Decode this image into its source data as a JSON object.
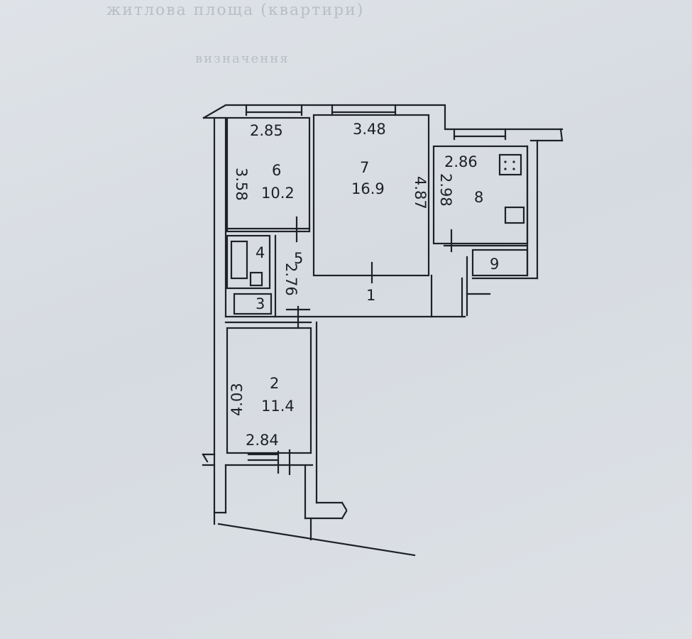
{
  "plan": {
    "header_faint_1": "житлова площа (квартири)",
    "header_faint_2": "визначення",
    "rooms": {
      "r6": {
        "number": "6",
        "area": "10.2",
        "width": "2.85",
        "depth": "3.58"
      },
      "r7": {
        "number": "7",
        "area": "16.9",
        "width": "3.48",
        "depth": "4.87"
      },
      "r8": {
        "number": "8",
        "width": "2.86",
        "depth": "2.98"
      },
      "r9": {
        "number": "9"
      },
      "r4": {
        "number": "4"
      },
      "r5": {
        "number": "5"
      },
      "r3": {
        "number": "3"
      },
      "r1": {
        "number": "1",
        "depth": "2.76"
      },
      "r2": {
        "number": "2",
        "area": "11.4",
        "width": "2.84",
        "depth": "4.03"
      }
    }
  }
}
